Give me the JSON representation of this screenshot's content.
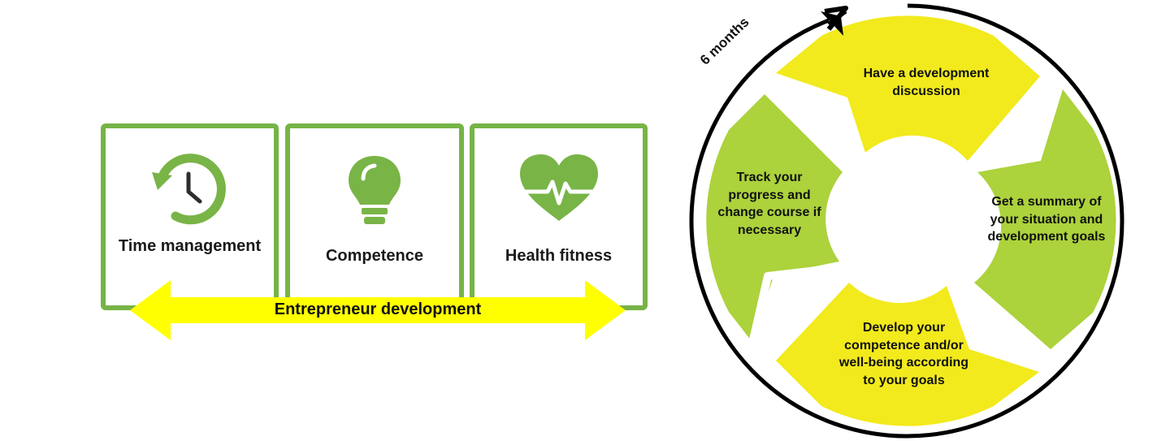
{
  "left_panel": {
    "boxes": [
      {
        "label": "Time management",
        "icon": "history-clock-icon"
      },
      {
        "label": "Competence",
        "icon": "lightbulb-icon"
      },
      {
        "label": "Health fitness",
        "icon": "heart-pulse-icon"
      }
    ],
    "arrow_label": "Entrepreneur development"
  },
  "cycle": {
    "period_label": "6 months",
    "steps": [
      {
        "text": "Have a development discussion",
        "color": "#f2ea1d"
      },
      {
        "text": "Get a summary of your situation and development goals",
        "color": "#acd23c"
      },
      {
        "text": "Develop your competence and/or well-being according to your goals",
        "color": "#f2ea1d"
      },
      {
        "text": "Track your progress and change course if necessary",
        "color": "#acd23c"
      }
    ]
  },
  "colors": {
    "box_border": "#77b347",
    "icon_green": "#79b447",
    "arrow_yellow": "#ffff00",
    "segment_yellow": "#f2ea1d",
    "segment_green": "#acd23c"
  }
}
